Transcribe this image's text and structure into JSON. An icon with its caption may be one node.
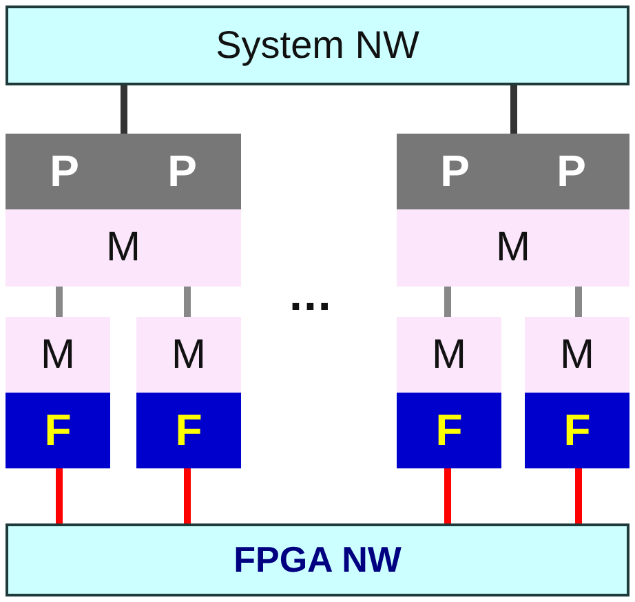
{
  "diagram": {
    "nodes": [
      {
        "text": [
          "System NW"
        ]
      },
      {
        "text": [
          "P",
          "P"
        ]
      },
      {
        "text": [
          "P",
          "P"
        ]
      },
      {
        "text": [
          "M"
        ]
      },
      {
        "text": [
          "M"
        ]
      },
      {
        "text": [
          "M"
        ]
      },
      {
        "text": [
          "M"
        ]
      },
      {
        "text": [
          "M"
        ]
      },
      {
        "text": [
          "M"
        ]
      },
      {
        "text": [
          "F"
        ]
      },
      {
        "text": [
          "F"
        ]
      },
      {
        "text": [
          "F"
        ]
      },
      {
        "text": [
          "F"
        ]
      },
      {
        "text": [
          "FPGA NW"
        ]
      }
    ],
    "edges": [
      {
        "from": 0,
        "to": 1,
        "arrow": "none",
        "color": "#333333"
      },
      {
        "from": 0,
        "to": 2,
        "arrow": "none",
        "color": "#333333"
      },
      {
        "from": 3,
        "to": 5,
        "arrow": "none",
        "color": "#888888"
      },
      {
        "from": 3,
        "to": 6,
        "arrow": "none",
        "color": "#888888"
      },
      {
        "from": 4,
        "to": 7,
        "arrow": "none",
        "color": "#888888"
      },
      {
        "from": 4,
        "to": 8,
        "arrow": "none",
        "color": "#888888"
      },
      {
        "from": 9,
        "to": 13,
        "arrow": "none",
        "color": "#ff0000"
      },
      {
        "from": 10,
        "to": 13,
        "arrow": "none",
        "color": "#ff0000"
      },
      {
        "from": 11,
        "to": 13,
        "arrow": "none",
        "color": "#ff0000"
      },
      {
        "from": 12,
        "to": 13,
        "arrow": "none",
        "color": "#ff0000"
      }
    ],
    "labels": [
      "..."
    ]
  }
}
